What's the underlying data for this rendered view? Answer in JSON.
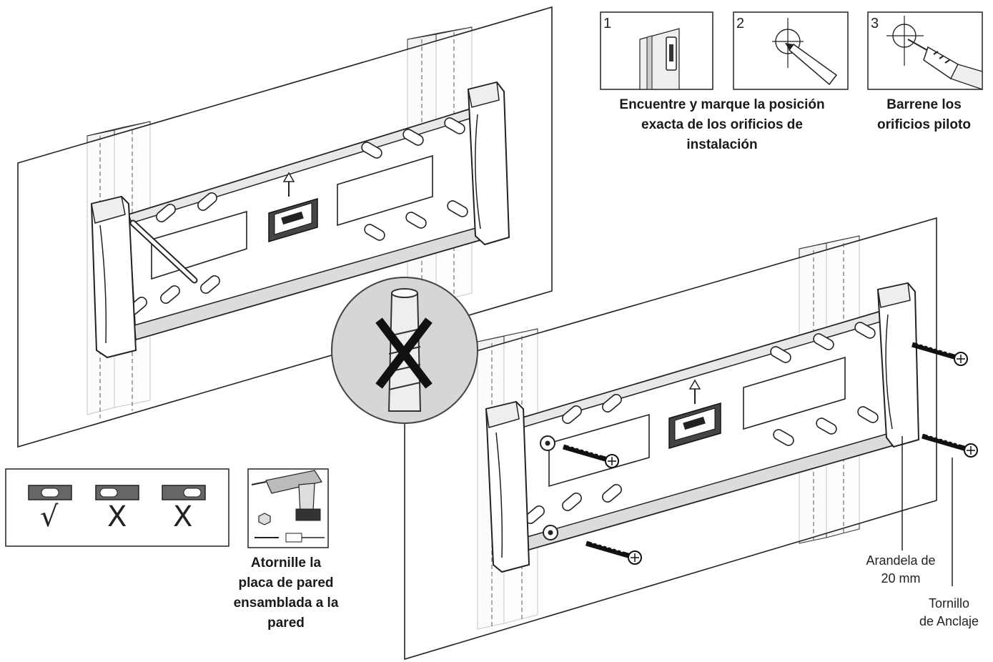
{
  "steps": [
    {
      "number": "1"
    },
    {
      "number": "2"
    },
    {
      "number": "3"
    }
  ],
  "captions": {
    "find_mark": "Encuentre y marque la posición\nexacta de los orificios de\ninstalación",
    "drill_pilot": "Barrene los\norificios piloto",
    "screw_plate": "Atornille la\nplaca de pared\nensamblada a la\npared"
  },
  "labels": {
    "washer": "Arandela de\n20 mm",
    "anchor_screw": "Tornillo\nde Anclaje"
  },
  "level_check": {
    "marks": [
      "√",
      "X",
      "X"
    ]
  },
  "icons": {
    "prohibited": "wall-anchor-prohibited-icon",
    "drill": "cordless-drill-icon"
  },
  "colors": {
    "line": "#1a1a1a",
    "wall": "#ffffff",
    "stud": "#f4f4f4",
    "circle_bg": "#d6d6d6"
  }
}
